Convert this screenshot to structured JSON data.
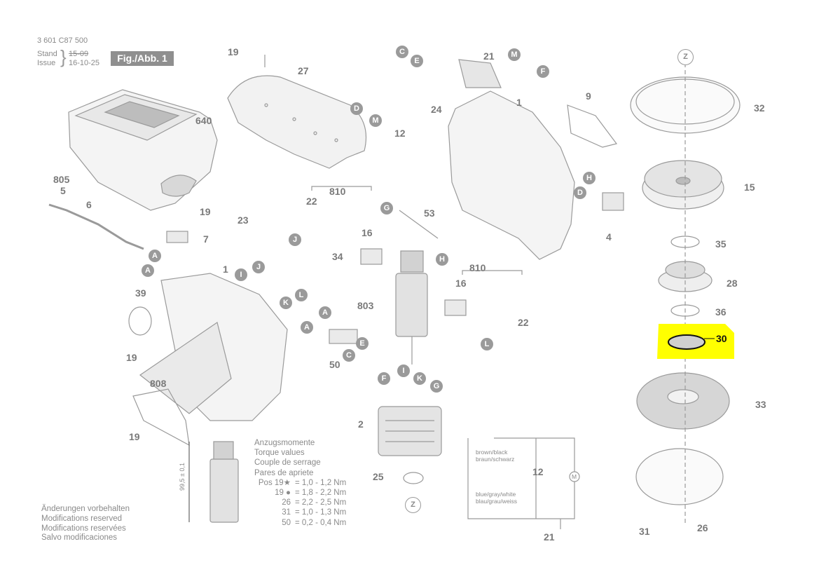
{
  "doc_number": "3 601 C87 500",
  "stand_label": "Stand",
  "issue_label": "Issue",
  "stand_value": "15-09",
  "issue_value": "16-10-25",
  "fig_label": "Fig./Abb. 1",
  "highlight_color": "#ffff00",
  "callouts": {
    "n19a": "19",
    "n27": "27",
    "n640": "640",
    "n805": "805",
    "n5": "5",
    "n6": "6",
    "n19b": "19",
    "n7": "7",
    "n23": "23",
    "n1a": "1",
    "n39": "39",
    "n19c": "19",
    "n808": "808",
    "n19d": "19",
    "n22a": "22",
    "n810a": "810",
    "n16a": "16",
    "n34": "34",
    "n53": "53",
    "n803": "803",
    "n810b": "810",
    "n16b": "16",
    "n22b": "22",
    "n50": "50",
    "n2": "2",
    "n25": "25",
    "n12a": "12",
    "n21a": "21",
    "n24": "24",
    "n1b": "1",
    "n21b": "21",
    "n9": "9",
    "n4": "4",
    "n12b": "12",
    "n32": "32",
    "n15": "15",
    "n35": "35",
    "n28": "28",
    "n36": "36",
    "n30": "30",
    "n33": "33",
    "n31": "31",
    "n26": "26",
    "dim": "99,5 ± 0,1"
  },
  "markers": {
    "cA1": "A",
    "cA2": "A",
    "cA3": "A",
    "cA4": "A",
    "cC1": "C",
    "cC2": "C",
    "cD1": "D",
    "cD2": "D",
    "cE1": "E",
    "cE2": "E",
    "cF1": "F",
    "cF2": "F",
    "cG1": "G",
    "cG2": "G",
    "cH1": "H",
    "cH2": "H",
    "cI1": "I",
    "cI2": "I",
    "cJ1": "J",
    "cJ2": "J",
    "cK1": "K",
    "cK2": "K",
    "cL1": "L",
    "cL2": "L",
    "cM1": "M",
    "cM2": "M",
    "cZ1": "Z",
    "cZ2": "Z"
  },
  "torque": {
    "title_de": "Anzugsmomente",
    "title_en": "Torque values",
    "title_fr": "Couple de serrage",
    "title_es": "Pares de apriete",
    "rows": [
      {
        "pos": "Pos 19★",
        "val": "= 1,0 - 1,2 Nm"
      },
      {
        "pos": "19 ●",
        "val": "= 1,8 - 2,2 Nm"
      },
      {
        "pos": "26",
        "val": "= 2,2 - 2,5 Nm"
      },
      {
        "pos": "31",
        "val": "= 1,0 - 1,3 Nm"
      },
      {
        "pos": "50",
        "val": "= 0,2 - 0,4 Nm"
      }
    ]
  },
  "notes": [
    "Änderungen vorbehalten",
    "Modifications reserved",
    "Modifications reservées",
    "Salvo modificaciones"
  ],
  "wiring": {
    "label_top_1": "brown/black",
    "label_top_2": "braun/schwarz",
    "label_bottom_1": "blue/gray/white",
    "label_bottom_2": "blau/grau/weiss",
    "motor_symbol": "M"
  }
}
